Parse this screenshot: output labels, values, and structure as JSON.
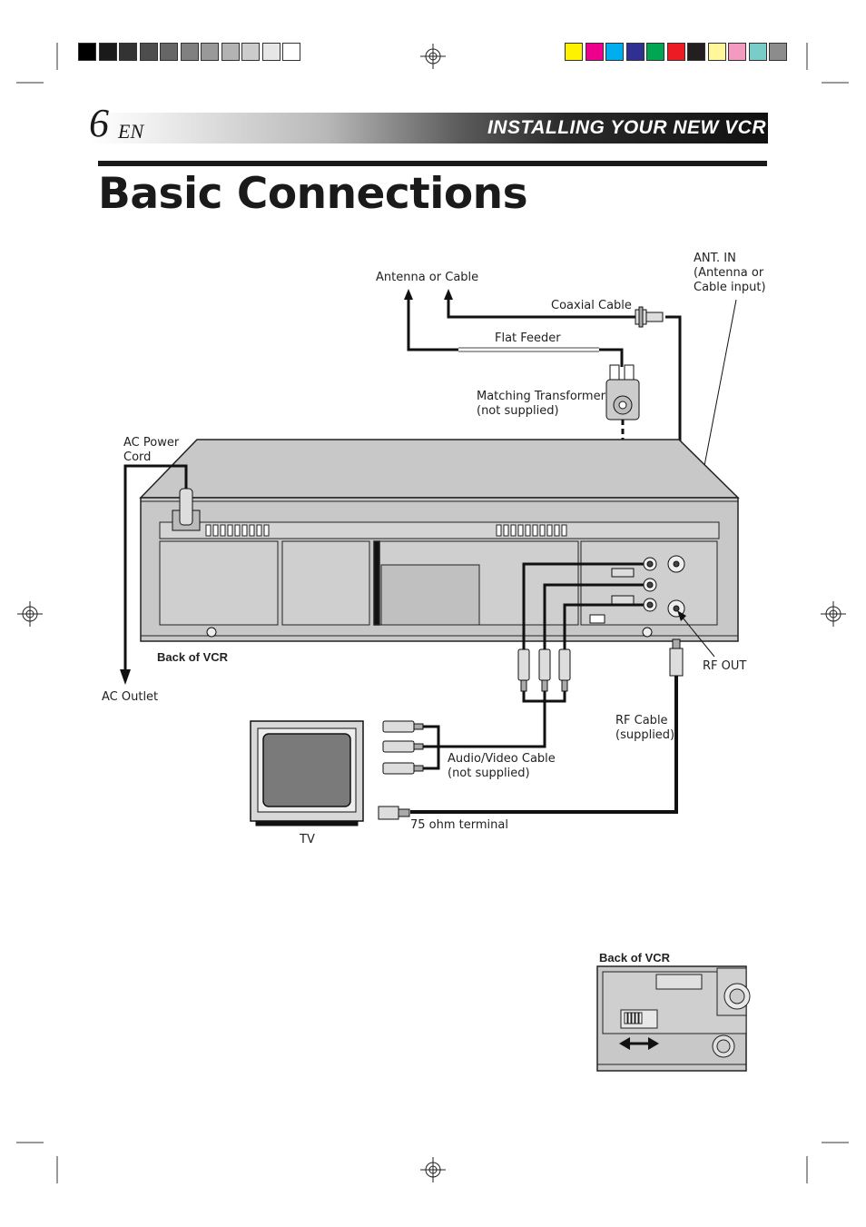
{
  "header": {
    "page_number": "6",
    "language": "EN",
    "section": "INSTALLING YOUR NEW VCR"
  },
  "title": "Basic Connections",
  "diagram": {
    "labels": {
      "antenna_or_cable": "Antenna or Cable",
      "ant_in": "ANT. IN\n(Antenna or\nCable input)",
      "coaxial_cable": "Coaxial Cable",
      "flat_feeder": "Flat Feeder",
      "matching_transformer": "Matching Transformer\n(not supplied)",
      "ac_power_cord": "AC Power\nCord",
      "back_of_vcr": "Back of VCR",
      "ac_outlet": "AC Outlet",
      "rf_out": "RF OUT",
      "rf_cable": "RF Cable\n(supplied)",
      "av_cable": "Audio/Video Cable\n(not supplied)",
      "ohm_terminal": "75 ohm terminal",
      "tv": "TV"
    }
  },
  "inset": {
    "label": "Back of VCR"
  },
  "colors": {
    "vcr_body": "#c8c8c8",
    "tv_screen": "#7a7a7a",
    "ink": "#1a1a1a",
    "swatches_gray": [
      "#000000",
      "#1a1a1a",
      "#333333",
      "#4d4d4d",
      "#666666",
      "#808080",
      "#999999",
      "#b3b3b3",
      "#cccccc",
      "#e6e6e6",
      "#ffffff"
    ],
    "swatches_color": [
      "#fff200",
      "#ec008c",
      "#00aeef",
      "#2e3192",
      "#00a651",
      "#ed1c24",
      "#231f20",
      "#fff799",
      "#f49ac1",
      "#7accc8",
      "#8c8c8c"
    ]
  }
}
